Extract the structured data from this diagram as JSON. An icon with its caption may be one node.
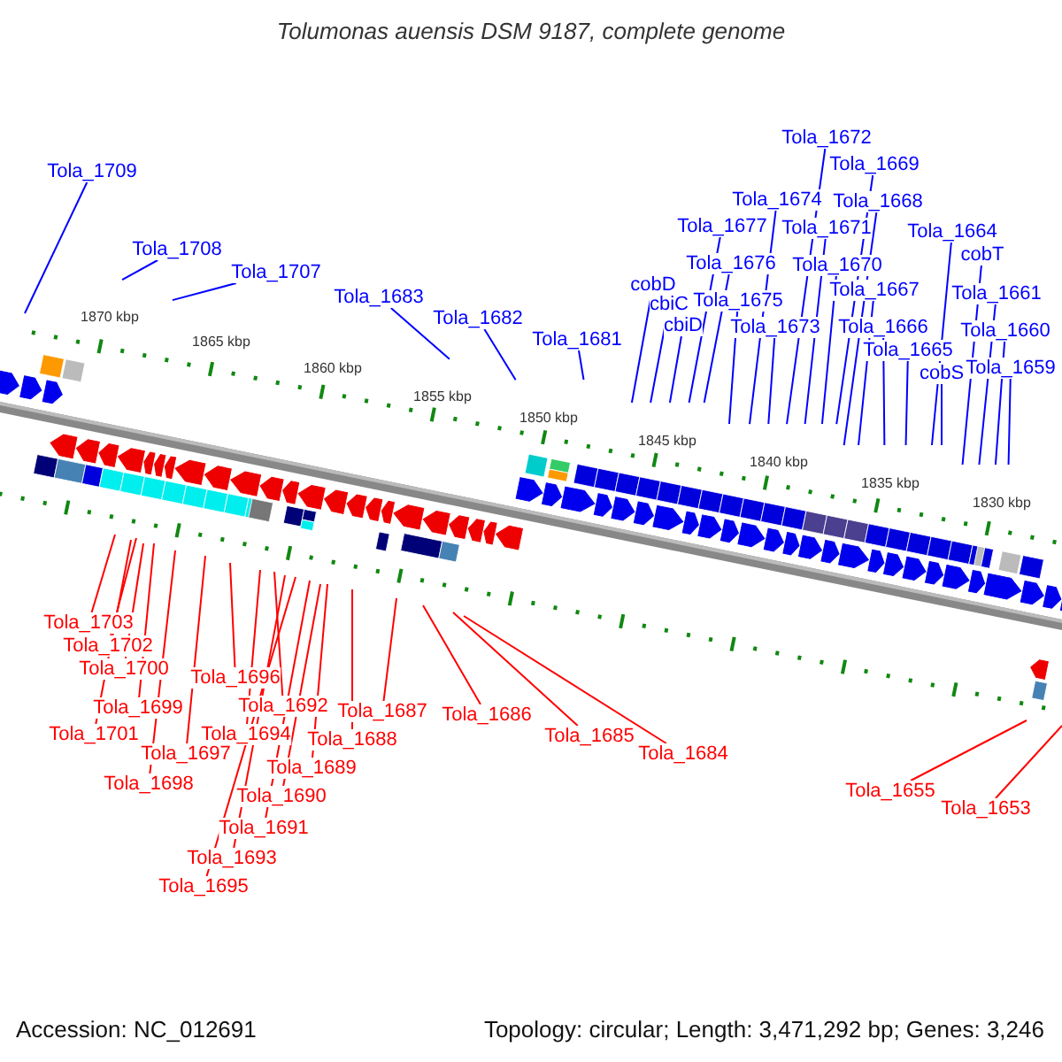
{
  "diagram": {
    "title": "Tolumonas auensis DSM 9187, complete genome",
    "nodes": [
      {
        "text": [
          "Tola_1709"
        ]
      },
      {
        "text": [
          "Tola_1708"
        ]
      },
      {
        "text": [
          "Tola_1707"
        ]
      },
      {
        "text": [
          "Tola_1683"
        ]
      },
      {
        "text": [
          "Tola_1682"
        ]
      },
      {
        "text": [
          "Tola_1681"
        ]
      },
      {
        "text": [
          "cobD"
        ]
      },
      {
        "text": [
          "cbiC"
        ]
      },
      {
        "text": [
          "cbiD"
        ]
      },
      {
        "text": [
          "Tola_1677"
        ]
      },
      {
        "text": [
          "Tola_1676"
        ]
      },
      {
        "text": [
          "Tola_1675"
        ]
      },
      {
        "text": [
          "Tola_1674"
        ]
      },
      {
        "text": [
          "Tola_1673"
        ]
      },
      {
        "text": [
          "Tola_1672"
        ]
      },
      {
        "text": [
          "Tola_1671"
        ]
      },
      {
        "text": [
          "Tola_1670"
        ]
      },
      {
        "text": [
          "Tola_1669"
        ]
      },
      {
        "text": [
          "Tola_1668"
        ]
      },
      {
        "text": [
          "Tola_1667"
        ]
      },
      {
        "text": [
          "Tola_1666"
        ]
      },
      {
        "text": [
          "Tola_1665"
        ]
      },
      {
        "text": [
          "Tola_1664"
        ]
      },
      {
        "text": [
          "cobS"
        ]
      },
      {
        "text": [
          "cobT"
        ]
      },
      {
        "text": [
          "Tola_1661"
        ]
      },
      {
        "text": [
          "Tola_1660"
        ]
      },
      {
        "text": [
          "Tola_1659"
        ]
      },
      {
        "text": [
          "Tola_1703"
        ]
      },
      {
        "text": [
          "Tola_1702"
        ]
      },
      {
        "text": [
          "Tola_1700"
        ]
      },
      {
        "text": [
          "Tola_1699"
        ]
      },
      {
        "text": [
          "Tola_1701"
        ]
      },
      {
        "text": [
          "Tola_1698"
        ]
      },
      {
        "text": [
          "Tola_1697"
        ]
      },
      {
        "text": [
          "Tola_1696"
        ]
      },
      {
        "text": [
          "Tola_1694"
        ]
      },
      {
        "text": [
          "Tola_1692"
        ]
      },
      {
        "text": [
          "Tola_1693"
        ]
      },
      {
        "text": [
          "Tola_1695"
        ]
      },
      {
        "text": [
          "Tola_1691"
        ]
      },
      {
        "text": [
          "Tola_1690"
        ]
      },
      {
        "text": [
          "Tola_1689"
        ]
      },
      {
        "text": [
          "Tola_1688"
        ]
      },
      {
        "text": [
          "Tola_1687"
        ]
      },
      {
        "text": [
          "Tola_1686"
        ]
      },
      {
        "text": [
          "Tola_1685"
        ]
      },
      {
        "text": [
          "Tola_1684"
        ]
      },
      {
        "text": [
          "Tola_1655"
        ]
      },
      {
        "text": [
          "Tola_1653"
        ]
      }
    ],
    "edges": [
      {
        "from": 0,
        "to": null,
        "arrow": "none"
      },
      {
        "from": 1,
        "to": null,
        "arrow": "none"
      },
      {
        "from": 2,
        "to": null,
        "arrow": "none"
      },
      {
        "from": 3,
        "to": null,
        "arrow": "none"
      },
      {
        "from": 4,
        "to": null,
        "arrow": "none"
      },
      {
        "from": 5,
        "to": null,
        "arrow": "none"
      },
      {
        "from": 6,
        "to": null,
        "arrow": "none"
      },
      {
        "from": 7,
        "to": null,
        "arrow": "none"
      },
      {
        "from": 8,
        "to": null,
        "arrow": "none"
      },
      {
        "from": 9,
        "to": null,
        "arrow": "none"
      },
      {
        "from": 10,
        "to": null,
        "arrow": "none"
      },
      {
        "from": 11,
        "to": null,
        "arrow": "none"
      },
      {
        "from": 12,
        "to": null,
        "arrow": "none"
      },
      {
        "from": 13,
        "to": null,
        "arrow": "none"
      },
      {
        "from": 14,
        "to": null,
        "arrow": "none"
      },
      {
        "from": 15,
        "to": null,
        "arrow": "none"
      },
      {
        "from": 16,
        "to": null,
        "arrow": "none"
      },
      {
        "from": 17,
        "to": null,
        "arrow": "none"
      },
      {
        "from": 18,
        "to": null,
        "arrow": "none"
      },
      {
        "from": 19,
        "to": null,
        "arrow": "none"
      },
      {
        "from": 20,
        "to": null,
        "arrow": "none"
      },
      {
        "from": 21,
        "to": null,
        "arrow": "none"
      },
      {
        "from": 22,
        "to": null,
        "arrow": "none"
      },
      {
        "from": 23,
        "to": null,
        "arrow": "none"
      },
      {
        "from": 24,
        "to": null,
        "arrow": "none"
      },
      {
        "from": 25,
        "to": null,
        "arrow": "none"
      },
      {
        "from": 26,
        "to": null,
        "arrow": "none"
      },
      {
        "from": 27,
        "to": null,
        "arrow": "none"
      },
      {
        "from": 28,
        "to": null,
        "arrow": "none",
        "color": "#ff0000"
      },
      {
        "from": 29,
        "to": null,
        "arrow": "none",
        "color": "#ff0000"
      },
      {
        "from": 30,
        "to": null,
        "arrow": "none",
        "color": "#ff0000"
      },
      {
        "from": 31,
        "to": null,
        "arrow": "none",
        "color": "#ff0000"
      },
      {
        "from": 32,
        "to": null,
        "arrow": "none",
        "color": "#ff0000"
      },
      {
        "from": 33,
        "to": null,
        "arrow": "none",
        "color": "#ff0000"
      },
      {
        "from": 34,
        "to": null,
        "arrow": "none",
        "color": "#ff0000"
      },
      {
        "from": 35,
        "to": null,
        "arrow": "none",
        "color": "#ff0000"
      },
      {
        "from": 36,
        "to": null,
        "arrow": "none",
        "color": "#ff0000"
      },
      {
        "from": 37,
        "to": null,
        "arrow": "none",
        "color": "#ff0000"
      },
      {
        "from": 38,
        "to": null,
        "arrow": "none",
        "color": "#ff0000"
      },
      {
        "from": 39,
        "to": null,
        "arrow": "none",
        "color": "#ff0000"
      },
      {
        "from": 40,
        "to": null,
        "arrow": "none",
        "color": "#ff0000"
      },
      {
        "from": 41,
        "to": null,
        "arrow": "none",
        "color": "#ff0000"
      },
      {
        "from": 42,
        "to": null,
        "arrow": "none",
        "color": "#ff0000"
      },
      {
        "from": 43,
        "to": null,
        "arrow": "none",
        "color": "#ff0000"
      },
      {
        "from": 44,
        "to": null,
        "arrow": "none",
        "color": "#ff0000"
      },
      {
        "from": 45,
        "to": null,
        "arrow": "none",
        "color": "#ff0000"
      },
      {
        "from": 46,
        "to": null,
        "arrow": "none",
        "color": "#ff0000"
      },
      {
        "from": 47,
        "to": null,
        "arrow": "none",
        "color": "#ff0000"
      },
      {
        "from": 48,
        "to": null,
        "arrow": "none",
        "color": "#ff0000"
      },
      {
        "from": 49,
        "to": null,
        "arrow": "none",
        "color": "#ff0000"
      }
    ],
    "labels": [
      "1870 kbp",
      "1865 kbp",
      "1860 kbp",
      "1855 kbp",
      "1850 kbp",
      "1845 kbp",
      "1840 kbp",
      "1835 kbp",
      "1830 kbp",
      "Accession: NC_012691",
      "Topology: circular; Length: 3,471,292 bp; Genes: 3,246"
    ]
  }
}
